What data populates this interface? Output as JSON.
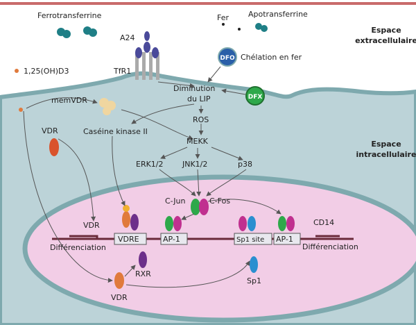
{
  "labels": {
    "ferrotransferrine": "Ferrotransferrine",
    "fer": "Fer",
    "apotransferrine": "Apotransferrine",
    "a24": "A24",
    "tfr1": "TfR1",
    "vitd": "1,25(OH)D3",
    "dfo": "DFO",
    "chelation": "Chélation en fer",
    "dfx": "DFX",
    "memvdr": "memVDR",
    "diminution": "Diminution",
    "dulip": "du LIP",
    "ros": "ROS",
    "caseine": "Caséine kinase II",
    "mekk": "MEKK",
    "erk": "ERK1/2",
    "jnk": "JNK1/2",
    "p38": "p38",
    "vdr_cyto": "VDR",
    "cjun": "C-Jun",
    "cfos": "C-Fos",
    "vdr_nuc": "VDR",
    "diff_left": "Différenciation",
    "vdre": "VDRE",
    "ap1_left": "AP-1",
    "sp1site": "Sp1 site",
    "ap1_right": "AP-1",
    "cd14": "CD14",
    "diff_right": "Différenciation",
    "rxr": "RXR",
    "vdr_bottom": "VDR",
    "sp1": "Sp1"
  },
  "regions": {
    "extra_line1": "Espace",
    "extra_line2": "extracellulaire",
    "intra_line1": "Espace",
    "intra_line2": "intracellulaire"
  },
  "colors": {
    "border": "#c96b6b",
    "cytoplasm": "#bcd3d8",
    "membrane": "#a8c6cc",
    "nucleus": "#f2cde6",
    "nucleus_edge": "#7ea9ae",
    "orange": "#e07a3c",
    "green": "#2ea84a",
    "magenta": "#c0308f",
    "purple": "#6d2f8a",
    "blue": "#2a8fd0",
    "teal": "#1f7f86"
  }
}
